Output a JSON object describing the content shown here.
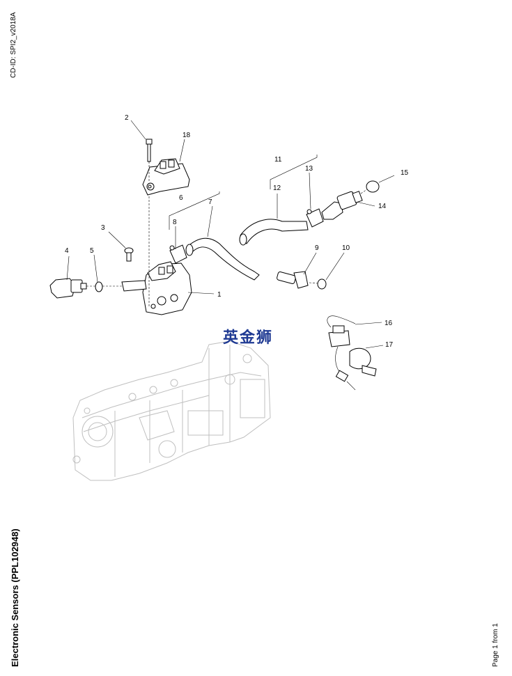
{
  "header": {
    "cd_id": "CD-ID: SPI2_v2018A"
  },
  "footer": {
    "title": "Electronic Sensors (PPL102948)",
    "page": "Page 1 from 1"
  },
  "watermark": {
    "text": "英金狮",
    "color": "#1f3a93"
  },
  "callouts": [
    "1",
    "2",
    "3",
    "4",
    "5",
    "6",
    "7",
    "8",
    "9",
    "10",
    "11",
    "12",
    "13",
    "14",
    "15",
    "16",
    "17",
    "18"
  ]
}
